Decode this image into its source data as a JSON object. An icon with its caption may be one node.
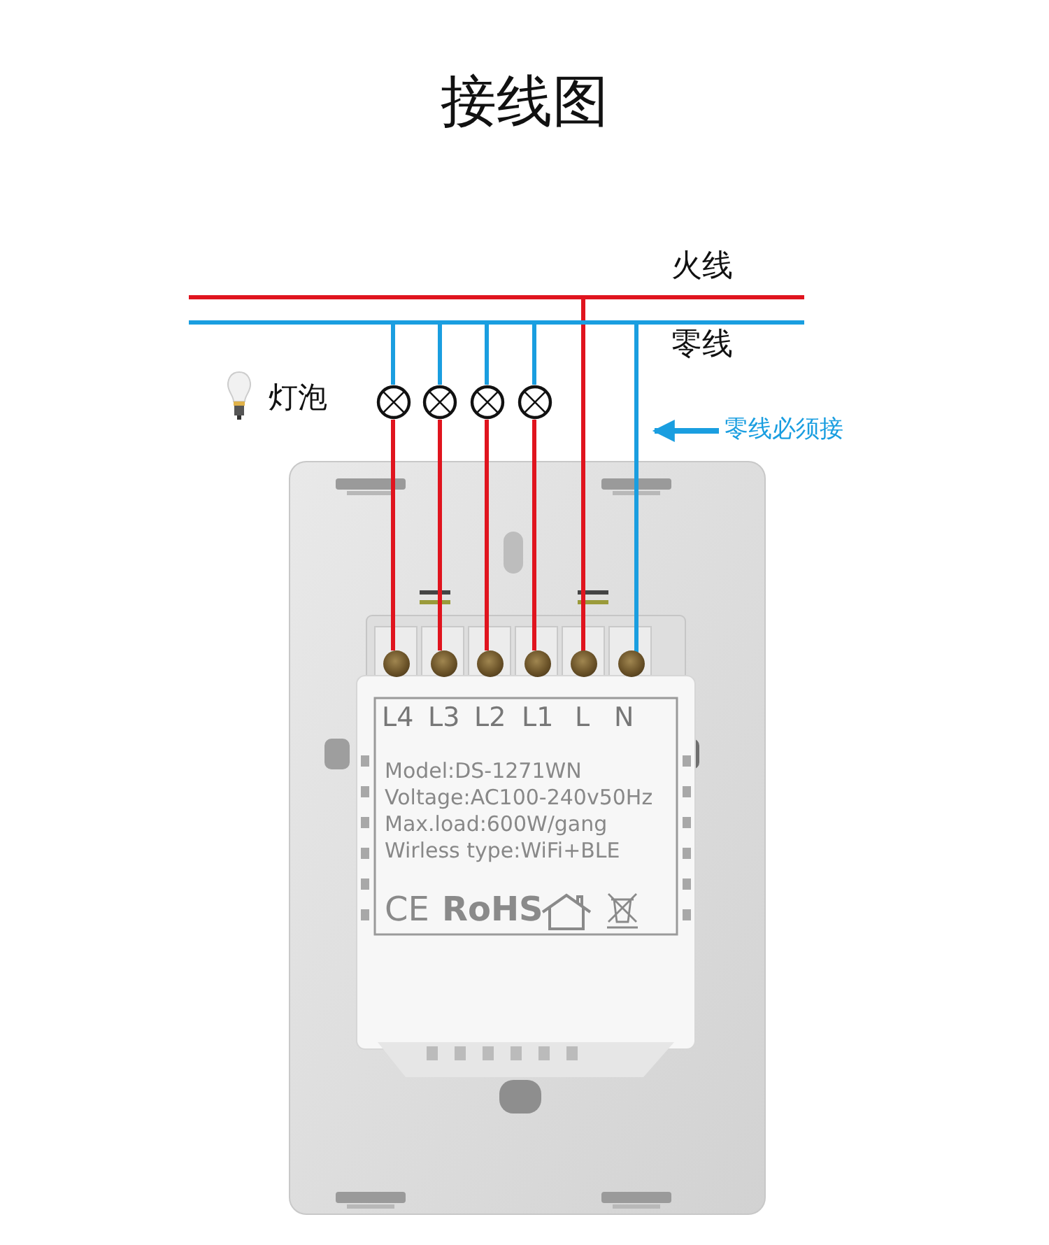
{
  "diagram": {
    "title": "接线图",
    "nodes": [
      {
        "text": [],
        "shape": "bar",
        "beside": [
          "火线"
        ]
      },
      {
        "text": [],
        "shape": "bar",
        "beside": [
          "零线"
        ]
      },
      {
        "text": [],
        "shape": "circle"
      },
      {
        "text": [],
        "shape": "circle"
      },
      {
        "text": [],
        "shape": "circle"
      },
      {
        "text": [],
        "shape": "circle"
      },
      {
        "text": [],
        "shape": "circle"
      },
      {
        "text": [],
        "shape": "circle"
      },
      {
        "text": [],
        "shape": "circle"
      },
      {
        "text": [],
        "shape": "circle"
      },
      {
        "text": [],
        "shape": "circle"
      },
      {
        "text": [],
        "shape": "circle"
      },
      {
        "text": [
          "零线必须接"
        ]
      }
    ],
    "edges": [
      {
        "from": 1,
        "to": 2,
        "arrow": "none",
        "color": "#1a9ee0"
      },
      {
        "from": 1,
        "to": 3,
        "arrow": "none",
        "color": "#1a9ee0"
      },
      {
        "from": 1,
        "to": 4,
        "arrow": "none",
        "color": "#1a9ee0"
      },
      {
        "from": 1,
        "to": 5,
        "arrow": "none",
        "color": "#1a9ee0"
      },
      {
        "from": 2,
        "to": 6,
        "arrow": "none",
        "color": "#e0141e"
      },
      {
        "from": 3,
        "to": 7,
        "arrow": "none",
        "color": "#e0141e"
      },
      {
        "from": 4,
        "to": 8,
        "arrow": "none",
        "color": "#e0141e"
      },
      {
        "from": 5,
        "to": 9,
        "arrow": "none",
        "color": "#e0141e"
      },
      {
        "from": 0,
        "to": 10,
        "arrow": "none",
        "color": "#e0141e"
      },
      {
        "from": 1,
        "to": 11,
        "arrow": "none",
        "color": "#1a9ee0"
      },
      {
        "from": 12,
        "to": null,
        "arrow": "to",
        "color": "#1a9ee0"
      }
    ],
    "labels": [
      "灯泡",
      "L4",
      "L3",
      "L2",
      "L1",
      "L",
      "N",
      "Model:DS-1271WN",
      "Voltage:AC100-240v50Hz",
      "Max.load:600W/gang",
      "Wirless type:WiFi+BLE",
      "CE",
      "RoHS"
    ]
  }
}
